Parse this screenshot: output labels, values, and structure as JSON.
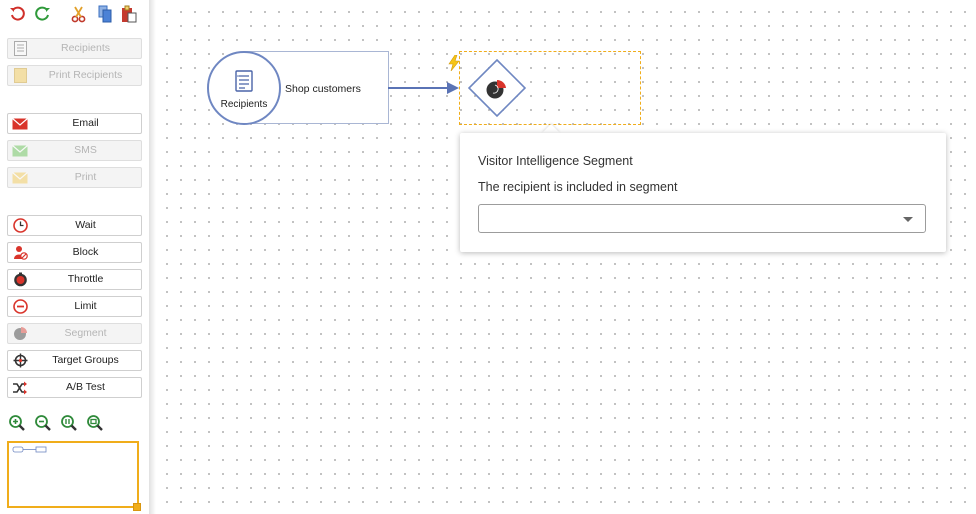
{
  "toolbar": {
    "undo": "undo-icon",
    "redo": "redo-icon",
    "cut": "scissors-icon",
    "copy": "copy-icon",
    "paste": "paste-icon"
  },
  "palette": {
    "recipients": "Recipients",
    "print_recipients": "Print Recipients",
    "email": "Email",
    "sms": "SMS",
    "print": "Print",
    "wait": "Wait",
    "block": "Block",
    "throttle": "Throttle",
    "limit": "Limit",
    "segment": "Segment",
    "target_groups": "Target Groups",
    "ab_test": "A/B Test"
  },
  "zoom": [
    "zoom-in-icon",
    "zoom-out-icon",
    "zoom-reset-icon",
    "zoom-fit-icon"
  ],
  "canvas": {
    "recipients_node": {
      "label": "Recipients",
      "name": "Shop customers"
    },
    "segment_node": {
      "icon": "segment-pie-icon",
      "trigger_icon": "lightning-bolt-icon"
    }
  },
  "popup": {
    "title": "Visitor Intelligence Segment",
    "description": "The recipient is included in segment",
    "select_value": ""
  },
  "colors": {
    "accent": "#f0ad1a",
    "node_border": "#6f87c2",
    "connector": "#5a73b5",
    "email_red": "#d9342b"
  }
}
